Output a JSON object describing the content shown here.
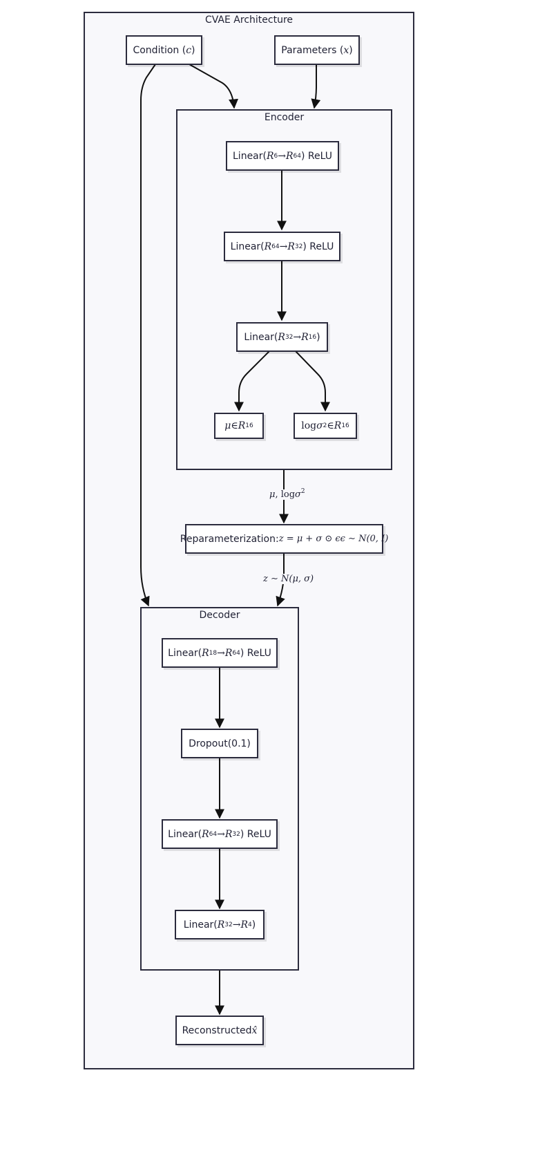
{
  "outer": {
    "title": "CVAE Architecture"
  },
  "encoder": {
    "title": "Encoder"
  },
  "decoder": {
    "title": "Decoder"
  },
  "nodes": {
    "condition": {
      "label": "Condition (",
      "var": "c",
      "close": ")"
    },
    "parameters": {
      "label": "Parameters (",
      "var": "x",
      "close": ")"
    },
    "enc1": {
      "pre": "Linear(",
      "a": "R",
      "asup": "6",
      "arrow": " → ",
      "b": "R",
      "bsup": "64",
      "post": ") ReLU"
    },
    "enc2": {
      "pre": "Linear(",
      "a": "R",
      "asup": "64",
      "arrow": " → ",
      "b": "R",
      "bsup": "32",
      "post": ") ReLU"
    },
    "enc3": {
      "pre": "Linear(",
      "a": "R",
      "asup": "32",
      "arrow": " → ",
      "b": "R",
      "bsup": "16",
      "post": ")"
    },
    "mu": {
      "v": "μ",
      "in": " ∈ ",
      "r": "R",
      "rsup": "16"
    },
    "logvar": {
      "log": "log",
      "v": "σ",
      "vsup": "2",
      "in": " ∈ ",
      "r": "R",
      "rsup": "16"
    },
    "reparam": {
      "label": "Reparameterization:",
      "formula": "z = μ + σ ⊙ ϵϵ ∼ N(0, I)"
    },
    "dec1": {
      "pre": "Linear(",
      "a": "R",
      "asup": "18",
      "arrow": " → ",
      "b": "R",
      "bsup": "64",
      "post": ") ReLU"
    },
    "dropout": {
      "label": "Dropout(0.1)"
    },
    "dec2": {
      "pre": "Linear(",
      "a": "R",
      "asup": "64",
      "arrow": " → ",
      "b": "R",
      "bsup": "32",
      "post": ") ReLU"
    },
    "dec3": {
      "pre": "Linear(",
      "a": "R",
      "asup": "32",
      "arrow": " → ",
      "b": "R",
      "bsup": "4",
      "post": ")"
    },
    "recon": {
      "label": "Reconstructed",
      "var": "x̂"
    }
  },
  "edges": {
    "enc_to_reparam": {
      "a": "μ",
      "sep": ", log",
      "b": "σ",
      "bsup": "2"
    },
    "reparam_to_dec": {
      "text": "z ∼ N(μ, σ)"
    }
  },
  "colors": {
    "stroke": "#2b2b3d",
    "fill": "#f8f8fb",
    "node": "#ffffff"
  }
}
